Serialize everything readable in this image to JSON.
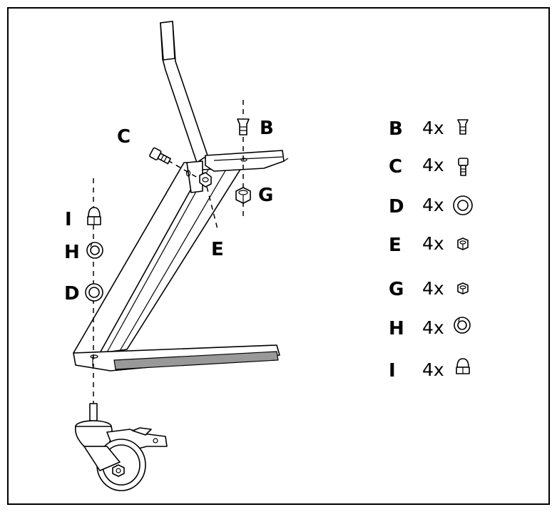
{
  "diagram": {
    "callouts": {
      "B": "B",
      "C": "C",
      "E": "E",
      "G": "G",
      "I": "I",
      "H": "H",
      "D": "D"
    },
    "parts_list": [
      {
        "letter": "B",
        "qty": "4x",
        "icon": "countersunk-screw-icon"
      },
      {
        "letter": "C",
        "qty": "4x",
        "icon": "socket-cap-screw-icon"
      },
      {
        "letter": "D",
        "qty": "4x",
        "icon": "flat-washer-icon"
      },
      {
        "letter": "E",
        "qty": "4x",
        "icon": "lock-nut-icon"
      },
      {
        "letter": "G",
        "qty": "4x",
        "icon": "hex-nut-icon"
      },
      {
        "letter": "H",
        "qty": "4x",
        "icon": "split-lock-washer-icon"
      },
      {
        "letter": "I",
        "qty": "4x",
        "icon": "acorn-cap-nut-icon"
      }
    ]
  }
}
